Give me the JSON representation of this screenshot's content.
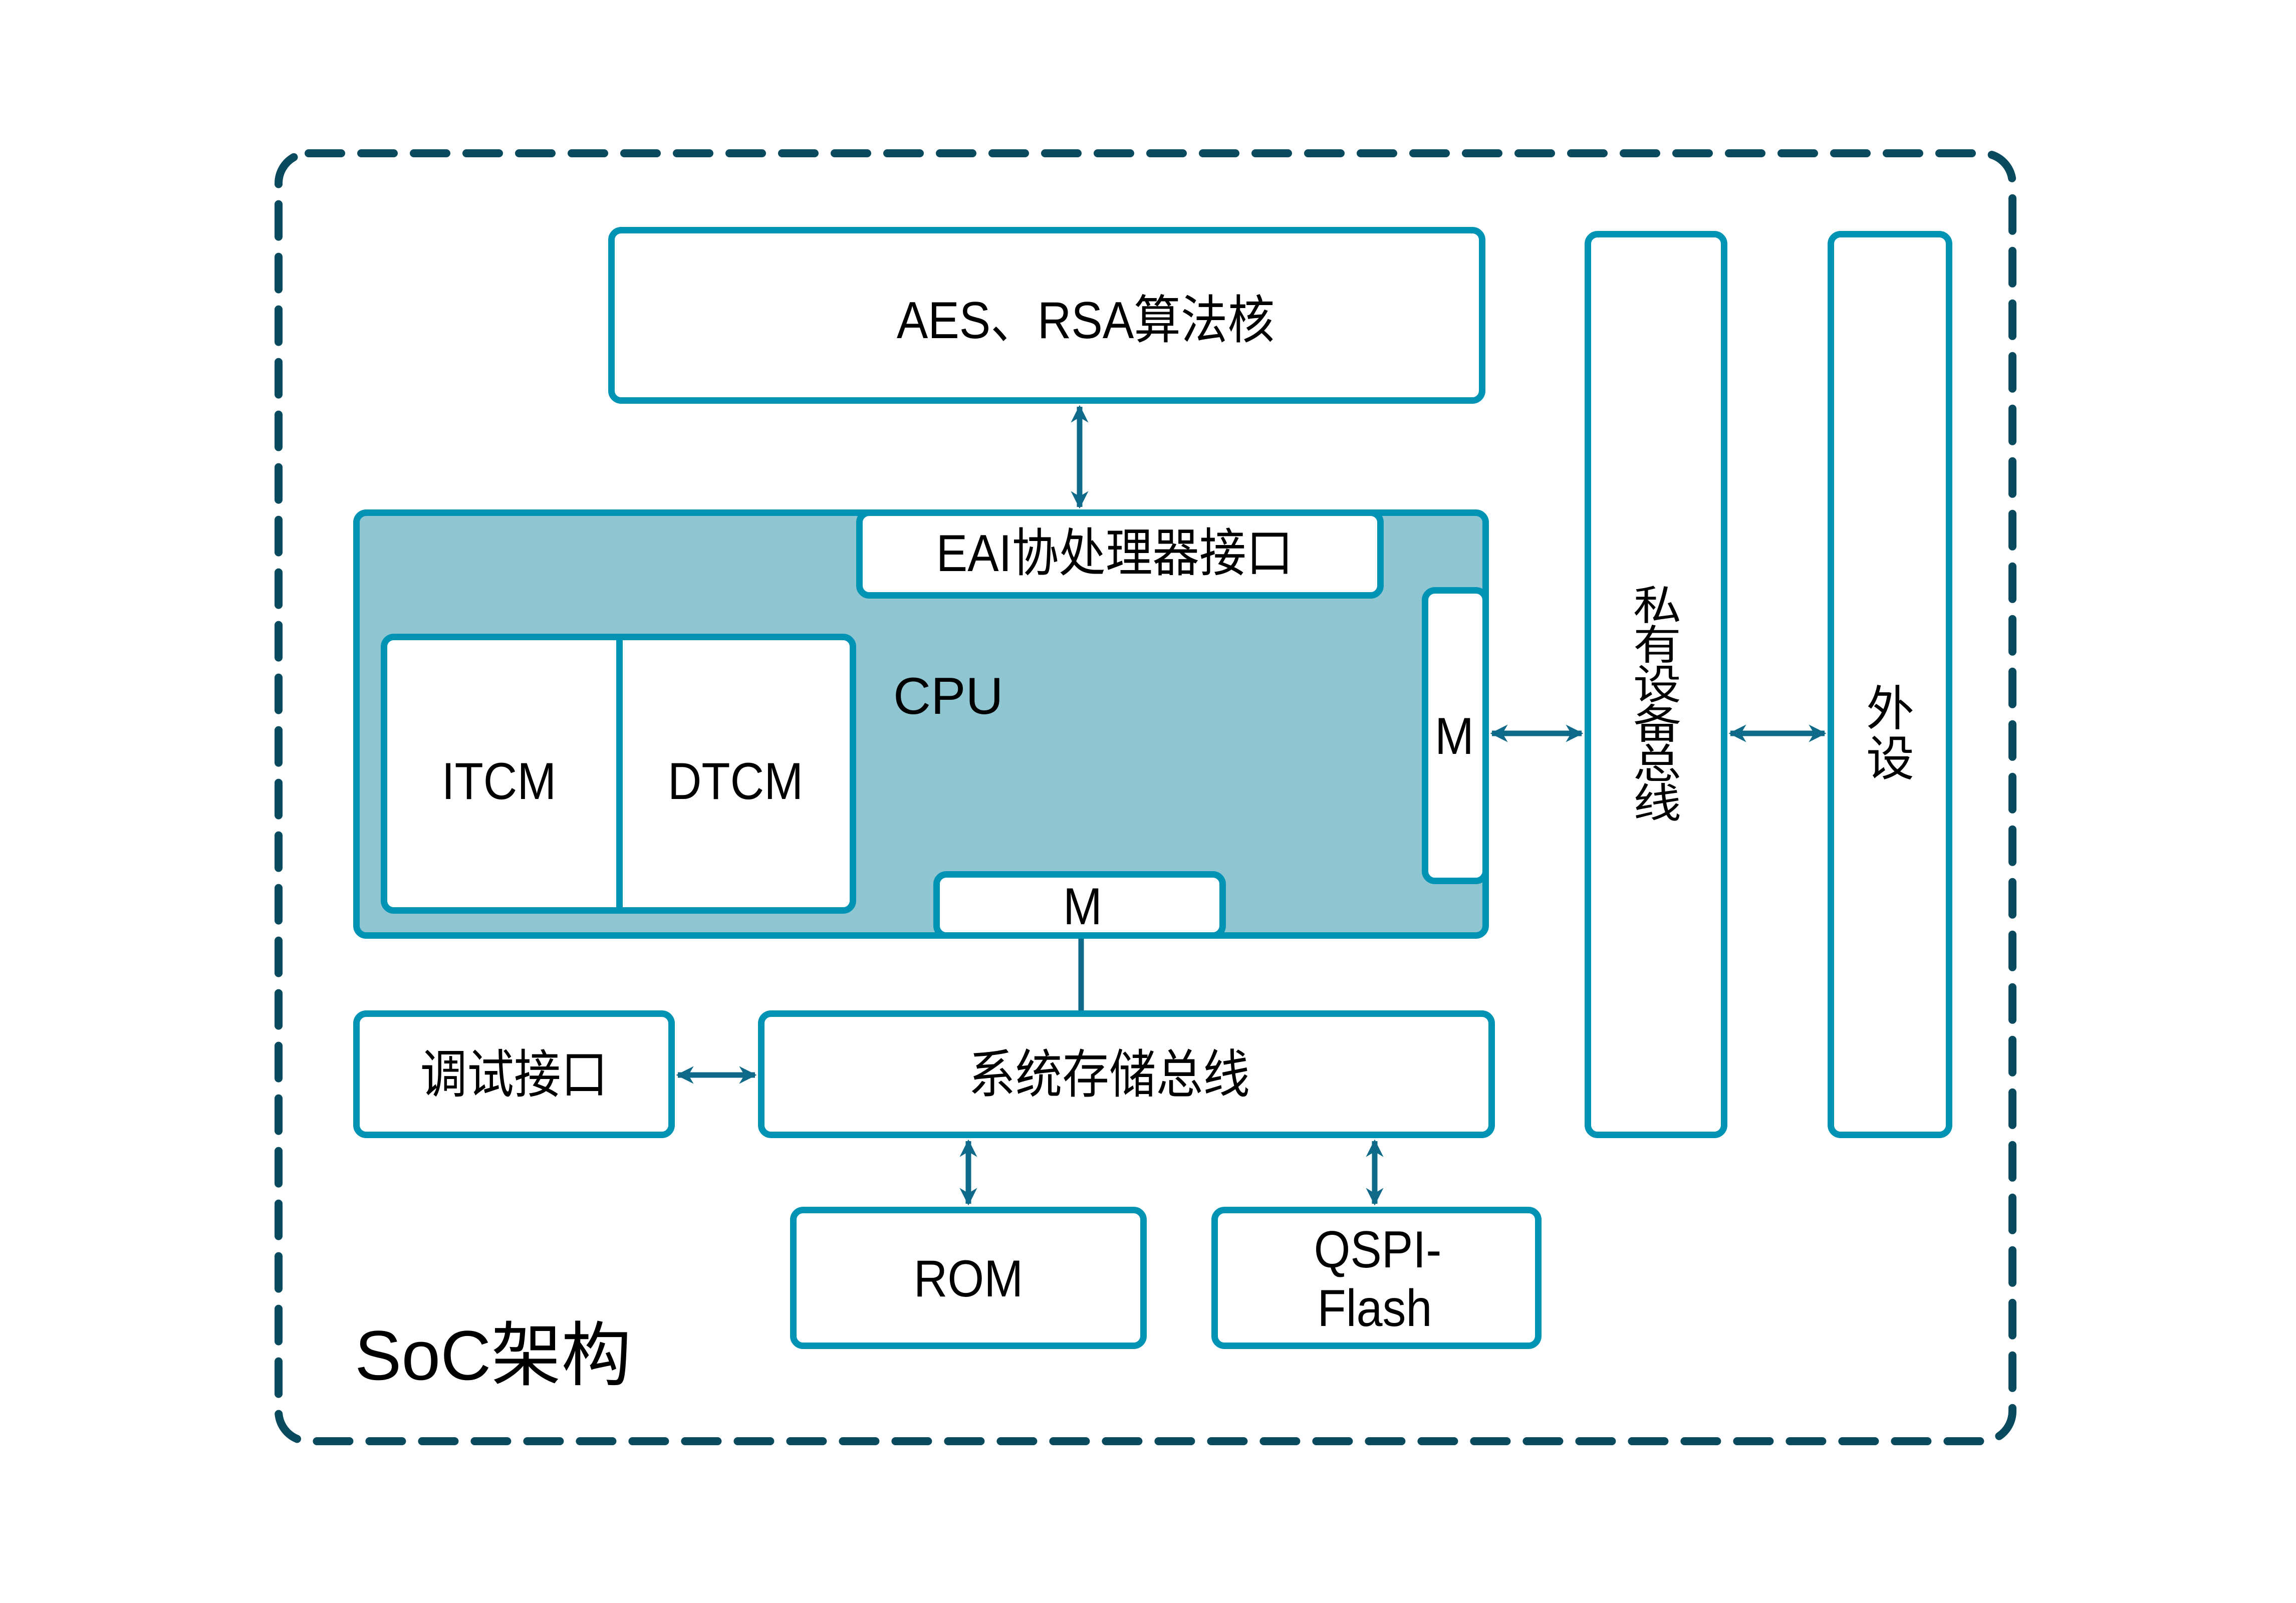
{
  "diagram": {
    "title": "SoC架构",
    "colors": {
      "box_border": "#0093b4",
      "cpu_fill": "#8fc6d2",
      "arrow": "#0f6a89",
      "dashed_border": "#0a4a5e",
      "text": "#000000"
    },
    "blocks": {
      "crypto_core": "AES、RSA算法核",
      "eai_interface": "EAI协处理器接口",
      "cpu": "CPU",
      "itcm": "ITCM",
      "dtcm": "DTCM",
      "master_right": "M",
      "master_bottom": "M",
      "private_bus": "私有设备总线",
      "peripheral": "外设",
      "debug_interface": "调试接口",
      "system_bus": "系统存储总线",
      "rom": "ROM",
      "qspi_line1": "QSPI-",
      "qspi_line2": "Flash"
    },
    "private_bus_chars": [
      "私",
      "有",
      "设",
      "备",
      "总",
      "线"
    ],
    "peripheral_chars": [
      "外",
      "设"
    ],
    "connections": [
      {
        "from": "AES、RSA算法核",
        "to": "EAI协处理器接口",
        "type": "bidirectional"
      },
      {
        "from": "M (CPU right)",
        "to": "私有设备总线",
        "type": "bidirectional"
      },
      {
        "from": "私有设备总线",
        "to": "外设",
        "type": "bidirectional"
      },
      {
        "from": "M (CPU bottom)",
        "to": "系统存储总线",
        "type": "line"
      },
      {
        "from": "调试接口",
        "to": "系统存储总线",
        "type": "bidirectional"
      },
      {
        "from": "系统存储总线",
        "to": "ROM",
        "type": "bidirectional"
      },
      {
        "from": "系统存储总线",
        "to": "QSPI-Flash",
        "type": "bidirectional"
      }
    ]
  }
}
